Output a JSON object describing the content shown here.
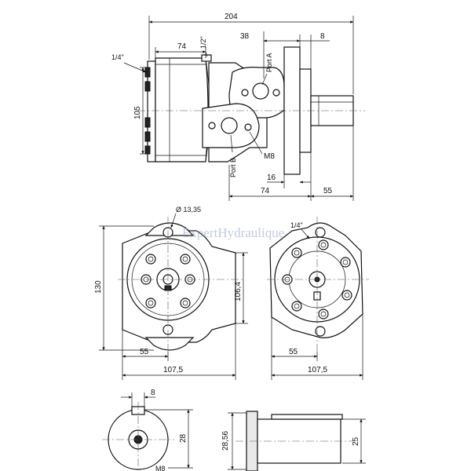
{
  "watermark": "ExpertHydraulique",
  "top_view": {
    "dims": {
      "overall_length": "204",
      "port_offset": "38",
      "flange_thickness": "8",
      "body_length": "74",
      "port_size_a": "1/2\"",
      "drain_size": "1/4\"",
      "height": "105",
      "thread": "M8",
      "pilot_length": "16",
      "mount_to_port": "74",
      "shaft_length": "55"
    },
    "labels": {
      "port_a": "Port A",
      "port_b": "Port B"
    }
  },
  "front_view": {
    "dims": {
      "hole_dia": "Ø 13,35",
      "height": "130",
      "bolt_circle": "106,4",
      "half_width": "55",
      "width": "107,5"
    }
  },
  "rear_view": {
    "dims": {
      "drain_size": "1/4\"",
      "half_width": "55",
      "width": "107,5"
    }
  },
  "shaft_end_view": {
    "dims": {
      "key_width": "8",
      "key_height": "28",
      "thread": "M8"
    }
  },
  "shaft_side_view": {
    "dims": {
      "shaft_dia_key": "28,56",
      "shaft_dia": "25"
    }
  }
}
